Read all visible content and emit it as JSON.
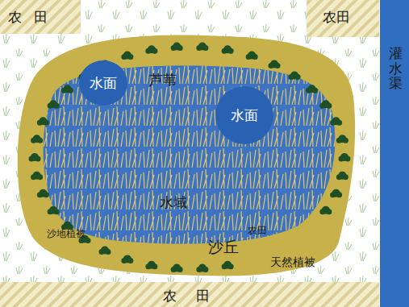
{
  "diagram": {
    "nodes": [
      {
        "text": [
          "农田"
        ]
      },
      {
        "text": [
          "农田"
        ]
      },
      {
        "text": [
          "灌水渠"
        ]
      },
      {
        "text": [
          "水面"
        ]
      },
      {
        "text": [
          "水面"
        ]
      },
      {
        "text": [
          "农田"
        ]
      }
    ],
    "labels": [
      "芦苇",
      "水域",
      "沙地植被",
      "农田",
      "沙丘",
      "天然植被"
    ]
  }
}
